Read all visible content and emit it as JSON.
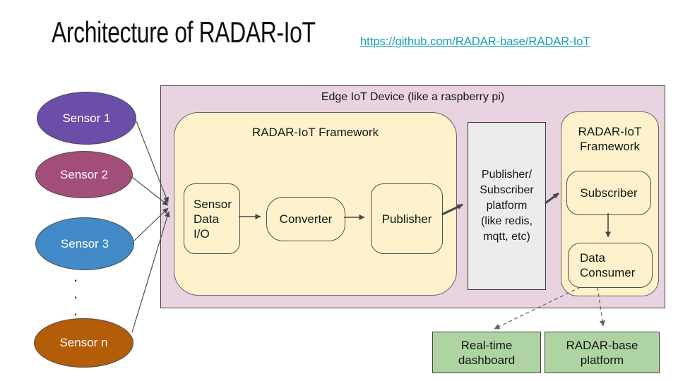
{
  "header": {
    "title": "Architecture of RADAR-IoT",
    "link": "https://github.com/RADAR-base/RADAR-IoT"
  },
  "colors": {
    "link": "#169eb8",
    "edge_device_bg": "#e9d3e0",
    "framework_bg": "#fdf2cc",
    "platform_bg": "#ececec",
    "output_bg": "#aed4a2",
    "sensor1": "#6b4ea8",
    "sensor2": "#a34e79",
    "sensor3": "#4189c7",
    "sensor_n": "#b35d08"
  },
  "sensors": [
    {
      "label": "Sensor 1",
      "color": "#6b4ea8"
    },
    {
      "label": "Sensor 2",
      "color": "#a34e79"
    },
    {
      "label": "Sensor 3",
      "color": "#4189c7"
    },
    {
      "label": "Sensor n",
      "color": "#b35d08"
    }
  ],
  "dots": ".\n.\n.",
  "edge_device": {
    "label": "Edge IoT Device (like a raspberry pi)"
  },
  "framework_left": {
    "label": "RADAR-IoT Framework",
    "sensor_io": "Sensor\nData\nI/O",
    "converter": "Converter",
    "publisher": "Publisher"
  },
  "platform": {
    "label": "Publisher/\nSubscriber\nplatform\n(like redis,\nmqtt, etc)"
  },
  "framework_right": {
    "label": "RADAR-IoT\nFramework",
    "subscriber": "Subscriber",
    "data_consumer": "Data\nConsumer"
  },
  "outputs": {
    "dashboard": "Real-time\ndashboard",
    "radar_base": "RADAR-base\nplatform"
  }
}
